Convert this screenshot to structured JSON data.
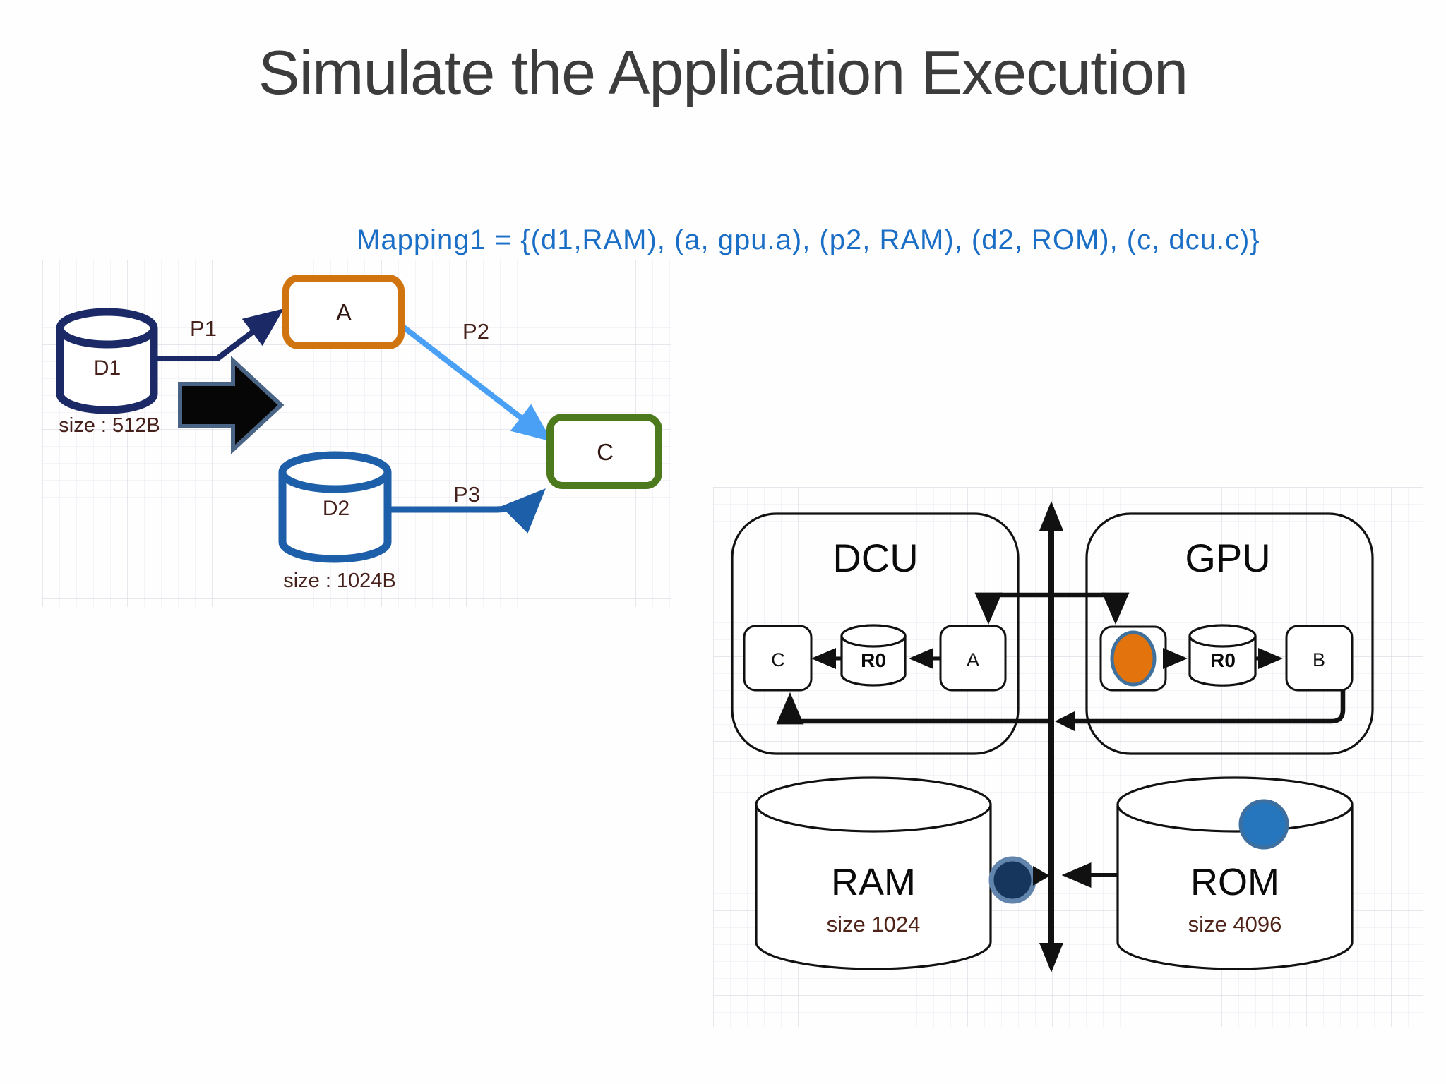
{
  "slide": {
    "title": "Simulate the Application Execution",
    "mapping": "Mapping1 = {(d1,RAM), (a, gpu.a), (p2, RAM), (d2, ROM), (c, dcu.c)}"
  },
  "app_graph": {
    "d1_label": "D1",
    "d1_size": "size : 512B",
    "d2_label": "D2",
    "d2_size": "size : 1024B",
    "task_a_label": "A",
    "task_c_label": "C",
    "p1_label": "P1",
    "p2_label": "P2",
    "p3_label": "P3"
  },
  "platform": {
    "dcu_title": "DCU",
    "gpu_title": "GPU",
    "dcu_slot_c": "C",
    "dcu_reg": "R0",
    "dcu_slot_a": "A",
    "gpu_reg": "R0",
    "gpu_slot_b": "B",
    "ram_label": "RAM",
    "ram_size": "size 1024",
    "rom_label": "ROM",
    "rom_size": "size 4096"
  },
  "colors": {
    "title_text": "#3c3c3c",
    "mapping_text": "#1a6ec5",
    "d1_navy": "#1b2a66",
    "d2_blue": "#1d5fa8",
    "p2_lightblue": "#4aa0f4",
    "task_a_orange": "#d0740f",
    "task_c_green": "#4c7a1d",
    "label_maroon": "#46201a",
    "block_arrow_fill": "#060606",
    "block_arrow_border": "#4a6486",
    "hw_line_black": "#111111",
    "gpu_token_orange": "#e2730d",
    "gpu_token_border": "#40719c",
    "ram_token_navy": "#17365d",
    "ram_token_border": "#6285ad",
    "rom_token_blue": "#2576bd",
    "rom_token_border": "#3f6f9e"
  }
}
